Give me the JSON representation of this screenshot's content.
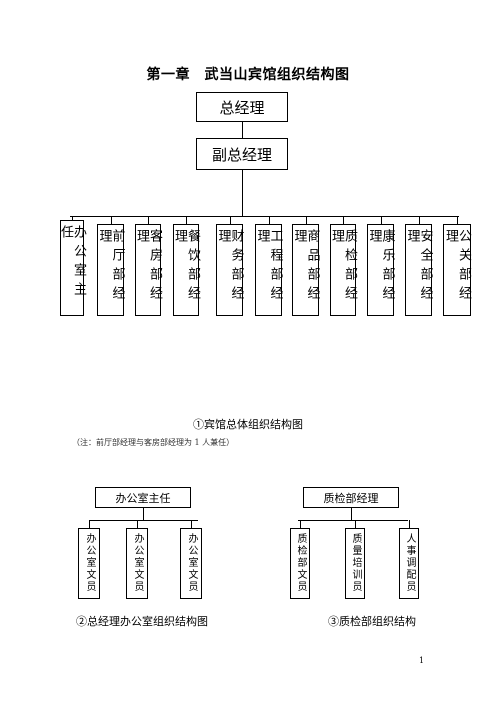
{
  "title": "第一章　武当山宾馆组织结构图",
  "chart1": {
    "top": "总经理",
    "second": "副总经理",
    "departments": [
      "办公室主任",
      "前厅部经理",
      "客房部经理",
      "餐饮部经理",
      "财务部经理",
      "工程部经理",
      "商品部经理",
      "质检部经理",
      "康乐部经理",
      "安全部经理",
      "公关部经理"
    ],
    "caption": "①宾馆总体组织结构图",
    "note": "（注：前厅部经理与客房部经理为 1 人兼任）"
  },
  "chart2": {
    "head": "办公室主任",
    "children": [
      "办公室文员",
      "办公室文员",
      "办公室文员"
    ],
    "caption": "②总经理办公室组织结构图"
  },
  "chart3": {
    "head": "质检部经理",
    "children": [
      "质检部文员",
      "质量培训员",
      "人事调配员"
    ],
    "caption": "③质检部组织结构"
  },
  "page_number": "1"
}
